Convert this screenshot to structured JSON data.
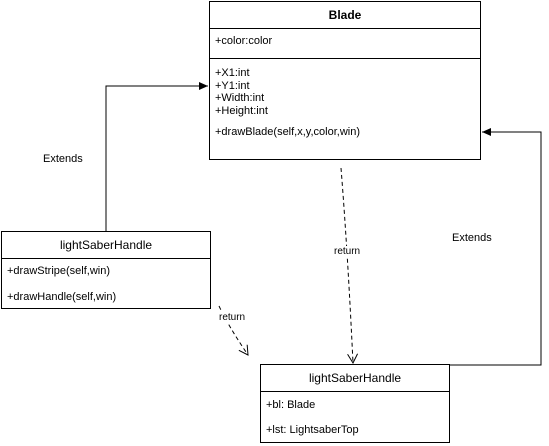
{
  "classes": {
    "blade": {
      "name": "Blade",
      "attributes": [
        "+color:color"
      ],
      "members": [
        "+X1:int",
        "+Y1:int",
        "+Width:int",
        "+Height:int"
      ],
      "methods": [
        "+drawBlade(self,x,y,color,win)"
      ]
    },
    "handle_left": {
      "name": "lightSaberHandle",
      "methods": [
        "+drawStripe(self,win)",
        "+drawHandle(self,win)"
      ]
    },
    "handle_bottom": {
      "name": "lightSaberHandle",
      "attributes": [
        "+bl: Blade",
        "+lst: LightsaberTop"
      ]
    }
  },
  "labels": {
    "extends_left": "Extends",
    "extends_right": "Extends",
    "return_center": "return",
    "return_left": "return"
  },
  "colors": {
    "stroke": "#000000",
    "background": "#ffffff"
  }
}
